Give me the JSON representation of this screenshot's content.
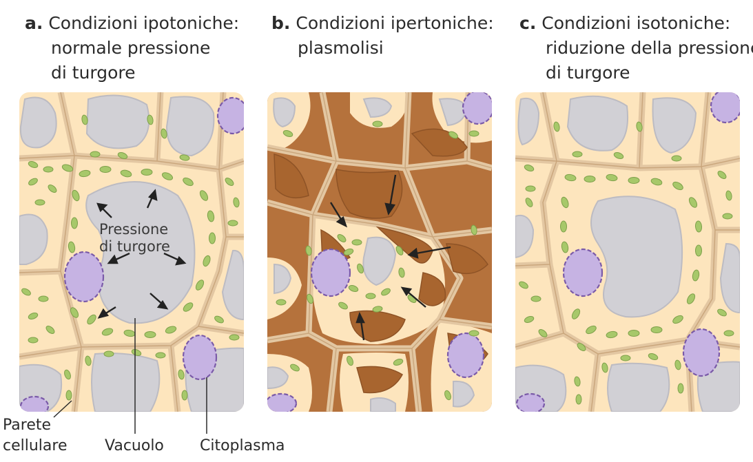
{
  "panels": [
    {
      "letter": "a.",
      "line1": "Condizioni ipotoniche:",
      "line2": "normale pressione",
      "line3": "di turgore"
    },
    {
      "letter": "b.",
      "line1": "Condizioni ipertoniche:",
      "line2": "plasmolisi",
      "line3": ""
    },
    {
      "letter": "c.",
      "line1": "Condizioni isotoniche:",
      "line2": "riduzione della pressione",
      "line3": "di turgore"
    }
  ],
  "annotations": {
    "pressione_line1": "Pressione",
    "pressione_line2": "di turgore",
    "parete_line1": "Parete",
    "parete_line2": "cellulare",
    "vacuolo": "Vacuolo",
    "citoplasma": "Citoplasma"
  },
  "colors": {
    "cytoplasm": "#fde5bd",
    "wall": "#e3c7a2",
    "wall_line": "#c9a57b",
    "vacuole": "#d1d0d5",
    "vacuole_edge": "#bcbbc2",
    "nucleus": "#c6b3e3",
    "nucleus_edge": "#7a5aa8",
    "chloroplast": "#a7c86a",
    "chloroplast_edge": "#7ea04a",
    "plasmolyzed_space": "#b5723c"
  }
}
